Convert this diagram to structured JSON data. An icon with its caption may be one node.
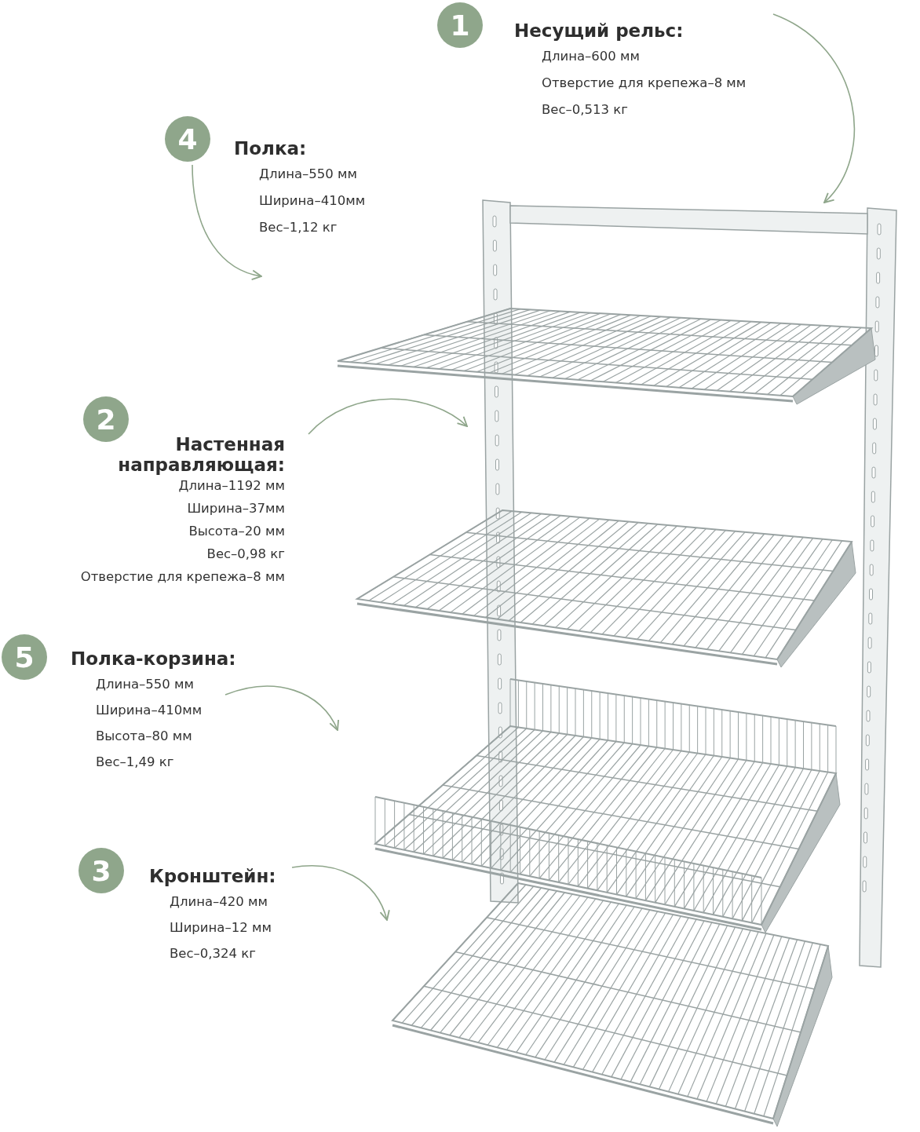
{
  "diagram": {
    "nodes": [
      {
        "text": [
          "1"
        ]
      },
      {
        "text": [
          "Несущий рельс:",
          "Длина–600 мм",
          "Отверстие для крепежа–8 мм",
          "Вес–0,513 кг"
        ]
      },
      {
        "text": [
          "4"
        ]
      },
      {
        "text": [
          "Полка:",
          "Длина–550 мм",
          "Ширина–410мм",
          "Вес–1,12 кг"
        ]
      },
      {
        "text": [
          "2"
        ]
      },
      {
        "text": [
          "Настенная направляющая:",
          "Длина–1192 мм",
          "Ширина–37мм",
          "Высота–20 мм",
          "Вес–0,98 кг",
          "Отверстие для крепежа–8 мм"
        ]
      },
      {
        "text": [
          "5"
        ]
      },
      {
        "text": [
          "Полка-корзина:",
          "Длина–550 мм",
          "Ширина–410мм",
          "Высота–80 мм",
          "Вес–1,49 кг"
        ]
      },
      {
        "text": [
          "3"
        ]
      },
      {
        "text": [
          "Кронштейн:",
          "Длина–420 мм",
          "Ширина–12 мм",
          "Вес–0,324 кг"
        ]
      }
    ],
    "edges": [
      {
        "from": 1,
        "to": null,
        "arrow": "to"
      },
      {
        "from": 2,
        "to": null,
        "arrow": "to"
      },
      {
        "from": 5,
        "to": null,
        "arrow": "to"
      },
      {
        "from": 7,
        "to": null,
        "arrow": "to"
      },
      {
        "from": 9,
        "to": null,
        "arrow": "to"
      }
    ]
  }
}
